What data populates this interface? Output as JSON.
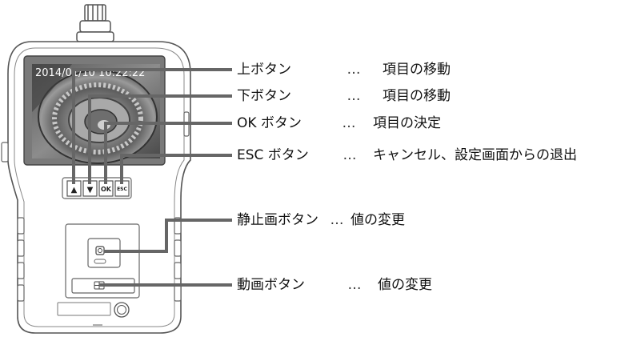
{
  "screen": {
    "timestamp": "2014/01/10 10:22:22"
  },
  "device_buttons": {
    "up_symbol": "▲",
    "down_symbol": "▼",
    "ok_text": "OK",
    "esc_text": "ESC"
  },
  "callouts": [
    {
      "id": "up",
      "button": "上ボタン",
      "separator": "…",
      "description": "項目の移動"
    },
    {
      "id": "down",
      "button": "下ボタン",
      "separator": "…",
      "description": "項目の移動"
    },
    {
      "id": "ok",
      "button": "OK ボタン",
      "separator": "…",
      "description": "項目の決定"
    },
    {
      "id": "esc",
      "button": "ESC ボタン",
      "separator": "…",
      "description": "キャンセル、設定画面からの退出"
    },
    {
      "id": "still",
      "button": "静止画ボタン",
      "separator": "…",
      "description": "値の変更"
    },
    {
      "id": "video",
      "button": "動画ボタン",
      "separator": "…",
      "description": "値の変更"
    }
  ],
  "colors": {
    "outline": "#555555",
    "leader": "#666666",
    "screen_frame": "#6b6b6b"
  }
}
